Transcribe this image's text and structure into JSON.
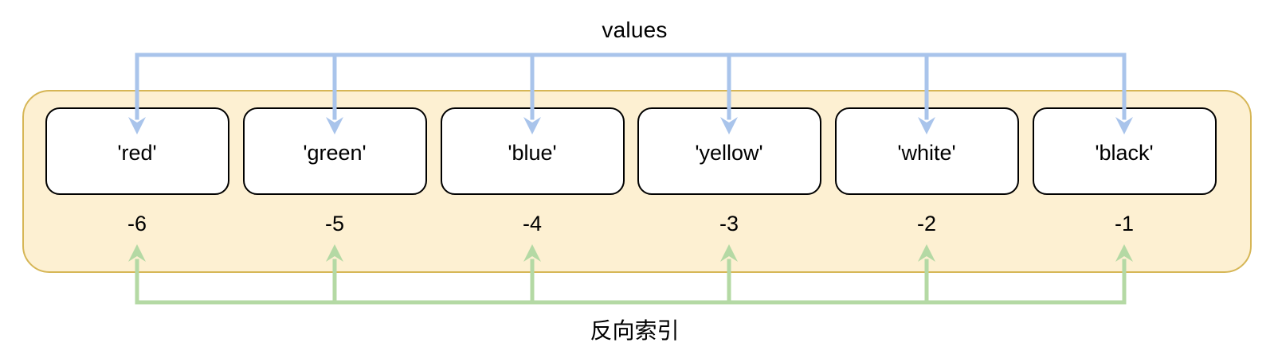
{
  "diagram": {
    "title_top": "values",
    "title_bottom": "反向索引",
    "colors": {
      "container_fill": "#fdf0d2",
      "container_stroke": "#d6b656",
      "cell_fill": "#ffffff",
      "cell_stroke": "#000000",
      "values_arrow": "#a9c4eb",
      "index_arrow": "#b4d9a4",
      "text": "#000000"
    },
    "cells": [
      {
        "value": "'red'",
        "index": "-6"
      },
      {
        "value": "'green'",
        "index": "-5"
      },
      {
        "value": "'blue'",
        "index": "-4"
      },
      {
        "value": "'yellow'",
        "index": "-3"
      },
      {
        "value": "'white'",
        "index": "-2"
      },
      {
        "value": "'black'",
        "index": "-1"
      }
    ],
    "connector_x": [
      172,
      420,
      668,
      915,
      1163,
      1411
    ],
    "values_bus_y": 69,
    "index_bus_y": 380
  }
}
